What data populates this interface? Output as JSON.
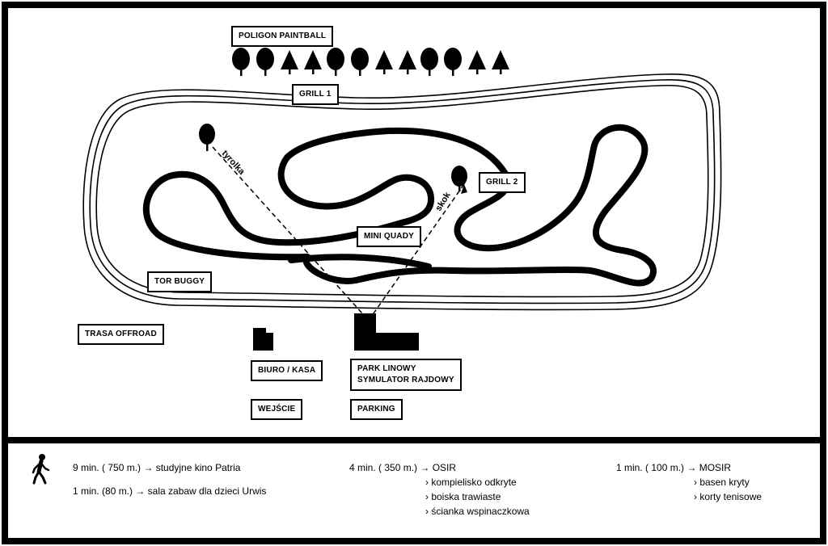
{
  "colors": {
    "ink": "#000000",
    "paper": "#ffffff"
  },
  "labels": {
    "paintball": "POLIGON PAINTBALL",
    "grill1": "GRILL 1",
    "grill2": "GRILL 2",
    "mini_quady": "MINI QUADY",
    "tor_buggy": "TOR BUGGY",
    "trasa_offroad": "TRASA OFFROAD",
    "biuro": "BIURO / KASA",
    "park_linowy": "PARK LINOWY",
    "symulator": "SYMULATOR RAJDOWY",
    "wejscie": "WEJŚCIE",
    "parking": "PARKING"
  },
  "route_labels": {
    "tyrolka": "tyrolka",
    "skok": "skok"
  },
  "icons": {
    "walk": "walking-person-icon",
    "tree_round": "deciduous-tree-icon",
    "tree_pine": "conifer-tree-icon"
  },
  "legend": {
    "col1": {
      "line1": "9 min. ( 750 m.) → studyjne kino  Patria",
      "line2": "1 min. (80 m.)      → sala zabaw dla dzieci Urwis"
    },
    "col2": {
      "heading": "4 min. ( 350 m.) → OSIR",
      "items": [
        "› kompielisko odkryte",
        "› boiska trawiaste",
        "› ścianka wspinaczkowa"
      ]
    },
    "col3": {
      "heading": "1 min. ( 100 m.)  → MOSIR",
      "items": [
        "› basen kryty",
        "› korty tenisowe"
      ]
    }
  }
}
